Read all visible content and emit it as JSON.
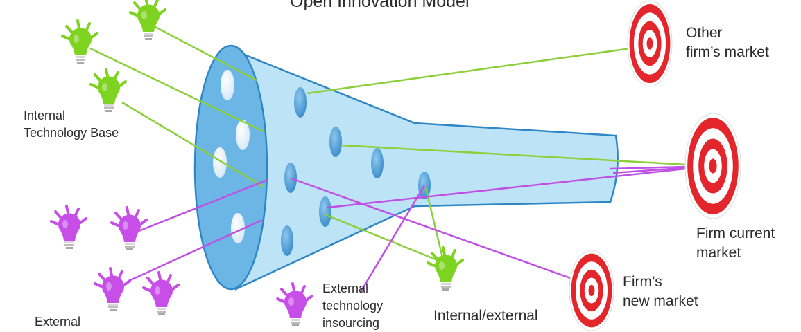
{
  "title": "Open Innovation Model",
  "labels": {
    "internal_base": "Internal\nTechnology Base",
    "external_partial": "External",
    "external_insourcing": "External\ntechnology\ninsourcing",
    "internal_external_partial": "Internal/external",
    "other_market": "Other\nfirm’s market",
    "current_market": "Firm current\nmarket",
    "new_market": "Firm’s\nnew market"
  },
  "colors": {
    "funnel_fill": "#bde3f6",
    "funnel_mouth": "#6cb6e6",
    "funnel_stroke": "#2f86c6",
    "bubble": "#5aa3d6",
    "green_bulb": "#7ed321",
    "green_line": "#8ccf3a",
    "purple_bulb": "#c74fe8",
    "purple_line": "#c04fe6",
    "target_red": "#e2262b"
  },
  "icons": [
    "lightbulb-icon",
    "target-icon"
  ]
}
